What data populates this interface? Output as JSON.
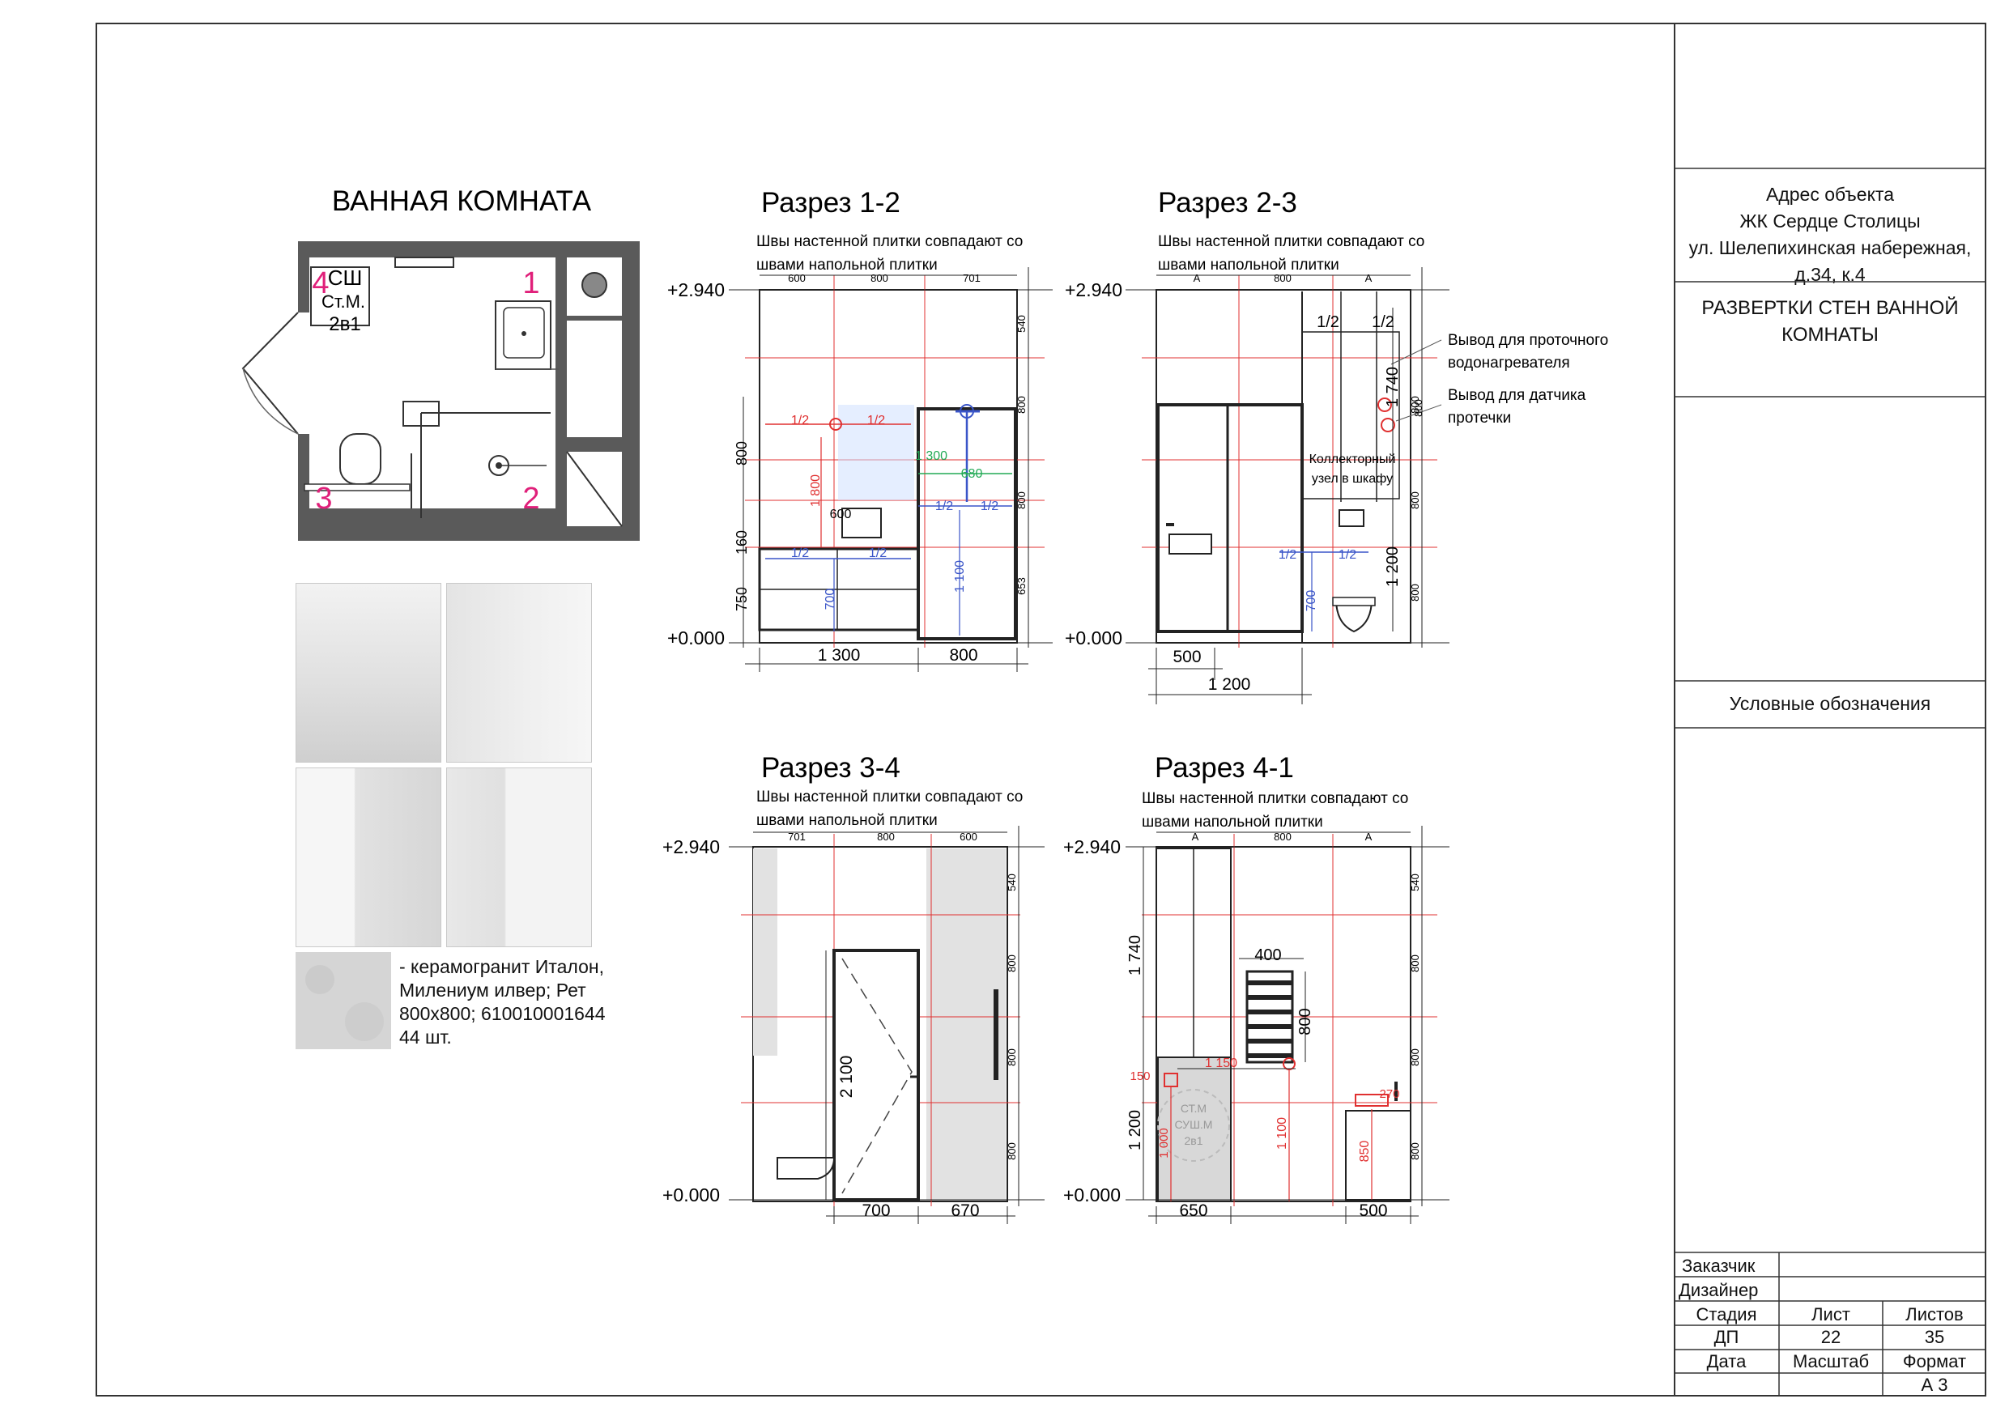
{
  "plan": {
    "title": "ВАННАЯ КОМНАТА",
    "label_sh": "СШ",
    "label_stm": "Ст.М.",
    "label_2v1": "2в1",
    "wall_nums": [
      "1",
      "2",
      "3",
      "4"
    ]
  },
  "material": {
    "text_lines": [
      "- керамогранит Италон,",
      "Милениум илвер; Рет",
      "800х800; 610010001644",
      "44 шт."
    ]
  },
  "sections": [
    {
      "title": "Разрез 1-2",
      "note_lines": [
        "Швы настенной плитки совпадают со",
        "швами напольной плитки"
      ],
      "level_top": "+2.940",
      "level_bottom": "+0.000",
      "top_dims": [
        "600",
        "800",
        "701"
      ],
      "right_dims": [
        "540",
        "800",
        "800",
        "653"
      ],
      "left_dims": [
        "800",
        "160",
        "750"
      ],
      "bottom_dims": [
        "1 300",
        "800"
      ],
      "inner": {
        "half": "1/2",
        "d1300": "1 300",
        "d680": "680",
        "d600": "600",
        "d1800": "1 800",
        "d700": "700",
        "d1100": "1 100"
      }
    },
    {
      "title": "Разрез 2-3",
      "note_lines": [
        "Швы настенной плитки совпадают со",
        "швами напольной плитки"
      ],
      "level_top": "+2.940",
      "level_bottom": "+0.000",
      "top_dims": [
        "А",
        "800",
        "А"
      ],
      "right_dims": [
        "800",
        "800",
        "800"
      ],
      "bottom_dims": [
        "500",
        "1 200"
      ],
      "inner": {
        "half": "1/2",
        "d1740": "1 740",
        "d1200": "1 200",
        "d700": "700",
        "d800": "800",
        "collector": [
          "Коллекторный",
          "узел в шкафу"
        ]
      },
      "callouts": [
        [
          "Вывод для проточного",
          "водонагревателя"
        ],
        [
          "Вывод для датчика",
          "протечки"
        ]
      ]
    },
    {
      "title": "Разрез 3-4",
      "note_lines": [
        "Швы настенной плитки совпадают со",
        "швами напольной плитки"
      ],
      "level_top": "+2.940",
      "level_bottom": "+0.000",
      "top_dims": [
        "701",
        "800",
        "600"
      ],
      "right_dims": [
        "540",
        "800",
        "800",
        "800"
      ],
      "bottom_dims": [
        "700",
        "670"
      ],
      "inner": {
        "d2100": "2 100"
      }
    },
    {
      "title": "Разрез 4-1",
      "note_lines": [
        "Швы настенной плитки совпадают со",
        "швами напольной плитки"
      ],
      "level_top": "+2.940",
      "level_bottom": "+0.000",
      "top_dims": [
        "А",
        "800",
        "А"
      ],
      "right_dims": [
        "540",
        "800",
        "800",
        "800"
      ],
      "bottom_dims": [
        "650",
        "500"
      ],
      "inner": {
        "d1740": "1 740",
        "d1200": "1 200",
        "d400": "400",
        "d800": "800",
        "d1150": "1 150",
        "d150": "150",
        "d1000": "1 000",
        "d1100": "1 100",
        "d850": "850",
        "d270": "270",
        "dryer": [
          "СТ.М",
          "СУШ.М",
          "2в1"
        ]
      }
    }
  ],
  "side": {
    "address_lines": [
      "Адрес объекта",
      "ЖК Сердце Столицы",
      "ул. Шелепихинская набережная,",
      "д.34, к.4"
    ],
    "sheet_title_lines": [
      "РАЗВЕРТКИ СТЕН ВАННОЙ",
      "КОМНАТЫ"
    ],
    "legend": "Условные обозначения"
  },
  "stamp": {
    "customer_label": "Заказчик",
    "designer_label": "Дизайнер",
    "stage_label": "Стадия",
    "sheet_label": "Лист",
    "sheets_label": "Листов",
    "stage_value": "ДП",
    "sheet_value": "22",
    "sheets_value": "35",
    "date_label": "Дата",
    "scale_label": "Масштаб",
    "format_label": "Формат",
    "format_value": "А 3"
  },
  "colors": {
    "line": "#111111",
    "red_grid": "#e03030",
    "blue_dim": "#3a55c8",
    "green_dim": "#22aa55",
    "wall_no": "#e0207a"
  }
}
